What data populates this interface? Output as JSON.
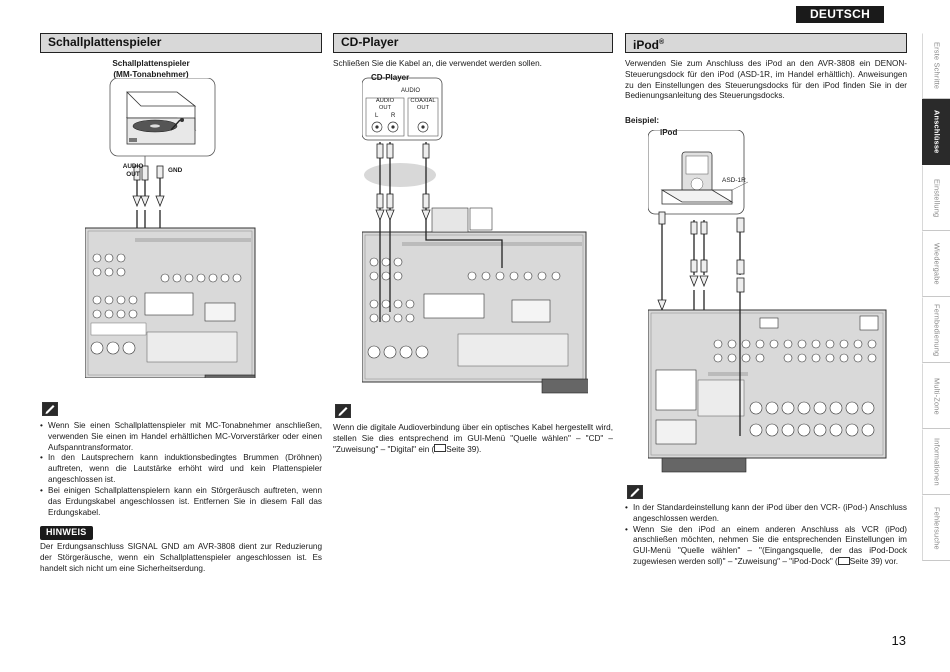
{
  "language_badge": "DEUTSCH",
  "page_number": "13",
  "side_tabs": [
    {
      "label": "Erste Schritte",
      "active": false
    },
    {
      "label": "Anschlüsse",
      "active": true
    },
    {
      "label": "Einstellung",
      "active": false
    },
    {
      "label": "Wiedergabe",
      "active": false
    },
    {
      "label": "Fernbedienung",
      "active": false
    },
    {
      "label": "Multi-Zone",
      "active": false
    },
    {
      "label": "Informationen",
      "active": false
    },
    {
      "label": "Fehlersuche",
      "active": false
    }
  ],
  "turntable": {
    "title": "Schallplattenspieler",
    "device_label_line1": "Schallplattenspieler",
    "device_label_line2": "(MM-Tonabnehmer)",
    "audio_out_line1": "AUDIO",
    "audio_out_line2": "OUT",
    "gnd": "GND",
    "notes": [
      "Wenn Sie einen Schallplattenspieler mit MC-Tonabnehmer anschließen, verwenden Sie einen im Handel erhältlichen MC-Vorverstärker oder einen Aufspanntransformator.",
      "In den Lautsprechern kann induktionsbedingtes Brummen (Dröhnen) auftreten, wenn die Lautstärke erhöht wird und kein Plattenspieler angeschlossen ist.",
      "Bei einigen Schallplattenspielern kann ein Störgeräusch auftreten, wenn das Erdungskabel angeschlossen ist. Entfernen Sie in diesem Fall das Erdungskabel."
    ],
    "hinweis_label": "HINWEIS",
    "hinweis_text": "Der Erdungsanschluss SIGNAL GND am AVR-3808 dient zur Reduzierung der Störgeräusche, wenn ein Schallplattenspieler angeschlossen ist. Es handelt sich nicht um eine Sicherheitserdung."
  },
  "cdplayer": {
    "title": "CD-Player",
    "intro": "Schließen Sie die Kabel an, die verwendet werden sollen.",
    "device_label": "CD-Player",
    "audio_label": "AUDIO",
    "audio_out_line1": "AUDIO",
    "audio_out_line2": "OUT",
    "coaxial_line1": "COAXIAL",
    "coaxial_line2": "OUT",
    "left": "L",
    "right": "R",
    "note": "Wenn die digitale Audioverbindung über ein optisches Kabel hergestellt wird, stellen Sie dies entsprechend im GUI-Menü \"Quelle wählen\" – \"CD\" – \"Zuweisung\" – \"Digital\" ein (",
    "note_ref": "Seite 39)."
  },
  "ipod": {
    "title": "iPod",
    "title_sup": "®",
    "intro": "Verwenden Sie zum Anschluss des iPod an den AVR-3808 ein DENON-Steuerungsdock für den iPod (ASD-1R, im Handel erhältlich). Anweisungen zu den Einstellungen des Steuerungsdocks für den iPod finden Sie in der Bedienungsanleitung des Steuerungsdocks.",
    "example_label": "Beispiel:",
    "ipod_label": "iPod",
    "dock_label": "ASD-1R",
    "notes": [
      "In der Standardeinstellung kann der iPod über den VCR- (iPod-) Anschluss angeschlossen werden.",
      "Wenn Sie den iPod an einem anderen Anschluss als VCR (iPod) anschließen möchten, nehmen Sie die entsprechenden Einstellungen im GUI-Menü \"Quelle wählen\" – \"(Eingangsquelle, der das iPod-Dock zugewiesen werden soll)\" – \"Zuweisung\" – \"iPod-Dock\" ("
    ],
    "note2_ref": "Seite 39) vor."
  }
}
